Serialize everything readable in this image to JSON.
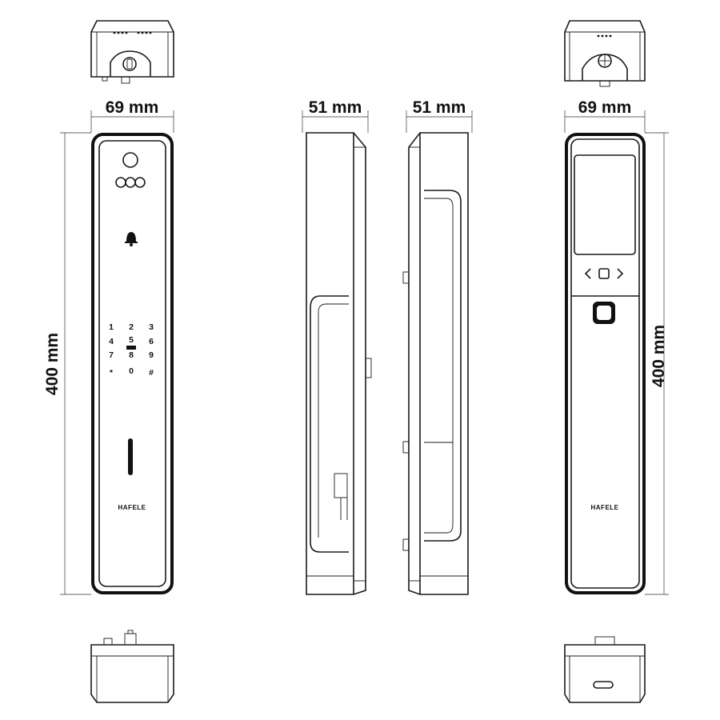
{
  "dimensions": {
    "front_width": "69 mm",
    "back_width": "69 mm",
    "side_left_depth": "51 mm",
    "side_right_depth": "51 mm",
    "front_height": "400 mm",
    "back_height": "400 mm"
  },
  "keypad": {
    "keys": [
      "1",
      "2",
      "3",
      "4",
      "5",
      "6",
      "7",
      "8",
      "9",
      "*",
      "0",
      "#"
    ]
  },
  "brand": {
    "front_logo": "HAFELE",
    "back_logo": "HAFELE"
  },
  "icons": {
    "camera": "camera-lens-icon",
    "sensors": "sensor-trio-icon",
    "bell": "doorbell-icon",
    "card_slot": "key-card-slot-icon",
    "fingerprint": "fingerprint-sensor-icon",
    "nav": [
      "chevron-left-icon",
      "home-square-icon",
      "chevron-right-icon"
    ]
  }
}
